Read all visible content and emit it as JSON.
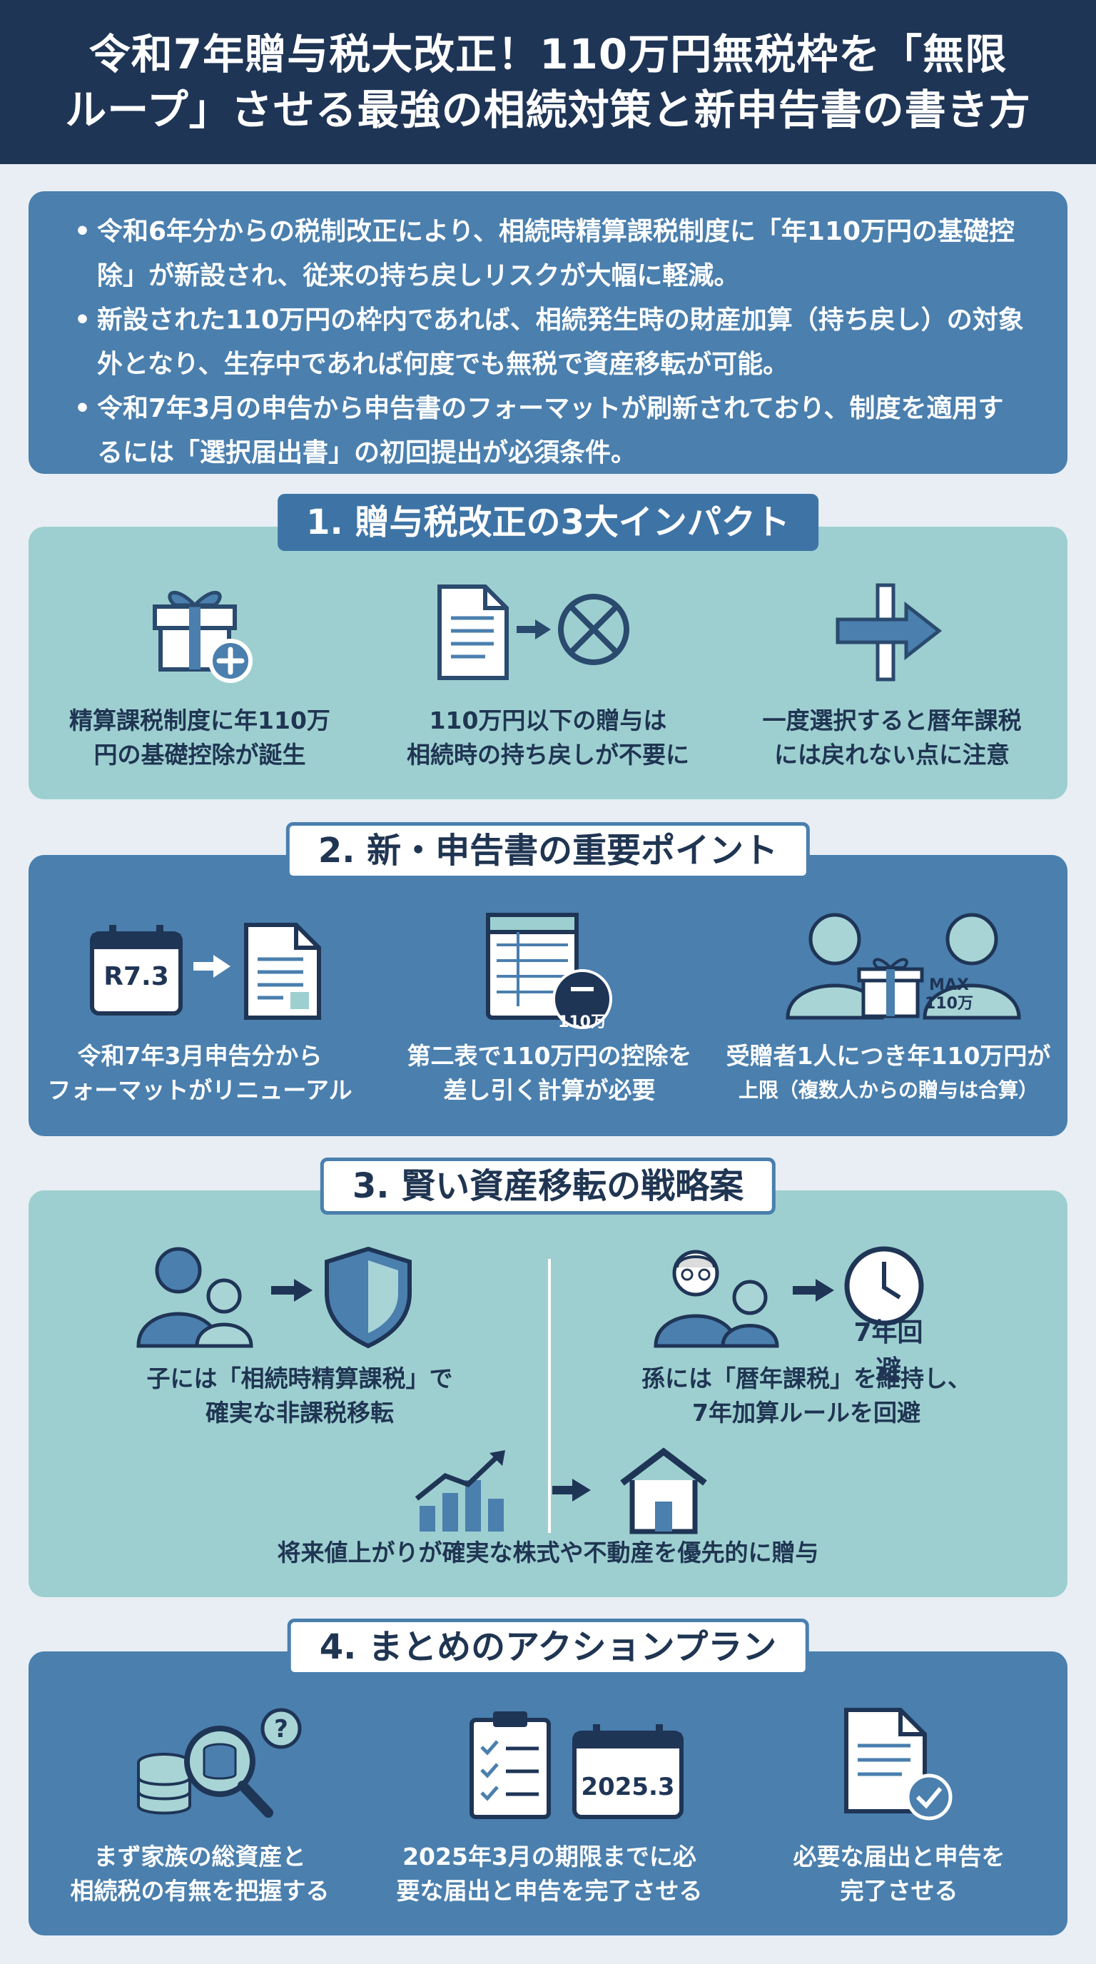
{
  "header": {
    "title_line1": "令和7年贈与税大改正！110万円無税枠を「無限",
    "title_line2": "ループ」させる最強の相続対策と新申告書の書き方"
  },
  "summary": {
    "items": [
      "令和6年分からの税制改正により、相続時精算課税制度に「年110万円の基礎控除」が新設され、従来の持ち戻しリスクが大幅に軽減。",
      "新設された110万円の枠内であれば、相続発生時の財産加算（持ち戻し）の対象外となり、生存中であれば何度でも無税で資産移転が可能。",
      "令和7年3月の申告から申告書のフォーマットが刷新されており、制度を適用するには「選択届出書」の初回提出が必須条件。"
    ]
  },
  "section1": {
    "title": "1. 贈与税改正の3大インパクト",
    "items": [
      {
        "icon": "gift-plus-icon",
        "line1": "精算課税制度に年110万",
        "line2": "円の基礎控除が誕生"
      },
      {
        "icon": "document-no-icon",
        "line1": "110万円以下の贈与は",
        "line2": "相続時の持ち戻しが不要に"
      },
      {
        "icon": "one-way-arrow-icon",
        "line1": "一度選択すると暦年課税",
        "line2": "には戻れない点に注意"
      }
    ]
  },
  "section2": {
    "title": "2. 新・申告書の重要ポイント",
    "calendar_label": "R7.3",
    "minus_label": "110万",
    "max_label1": "MAX",
    "max_label2": "110万",
    "items": [
      {
        "icon": "calendar-document-icon",
        "line1": "令和7年3月申告分から",
        "line2": "フォーマットがリニューアル"
      },
      {
        "icon": "form-minus-icon",
        "line1": "第二表で110万円の控除を",
        "line2": "差し引く計算が必要"
      },
      {
        "icon": "people-gift-max-icon",
        "line1": "受贈者1人につき年110万円が",
        "line2": "上限（複数人からの贈与は合算）"
      }
    ]
  },
  "section3": {
    "title": "3. 賢い資産移転の戦略案",
    "clock_label": "7年回避",
    "items": [
      {
        "icon": "parent-child-shield-icon",
        "line1": "子には「相続時精算課税」で",
        "line2": "確実な非課税移転"
      },
      {
        "icon": "grandparent-clock-icon",
        "line1": "孫には「暦年課税」を維持し、",
        "line2": "7年加算ルールを回避"
      },
      {
        "icon": "chart-house-icon",
        "line1": "将来値上がりが確実な株式や不動産を優先的に贈与",
        "line2": ""
      }
    ]
  },
  "section4": {
    "title": "4. まとめのアクションプラン",
    "calendar_label": "2025.3",
    "items": [
      {
        "icon": "coins-magnifier-icon",
        "line1": "まず家族の総資産と",
        "line2": "相続税の有無を把握する"
      },
      {
        "icon": "checklist-calendar-icon",
        "line1": "2025年3月の期限までに必",
        "line2": "要な届出と申告を完了させる"
      },
      {
        "icon": "document-check-icon",
        "line1": "必要な届出と申告を",
        "line2": "完了させる"
      }
    ]
  },
  "colors": {
    "navy": "#1f3556",
    "blue": "#4a7fae",
    "teal": "#9ecfd0",
    "icon_dark": "#2a4a6e",
    "icon_light": "#a8d4d6"
  }
}
